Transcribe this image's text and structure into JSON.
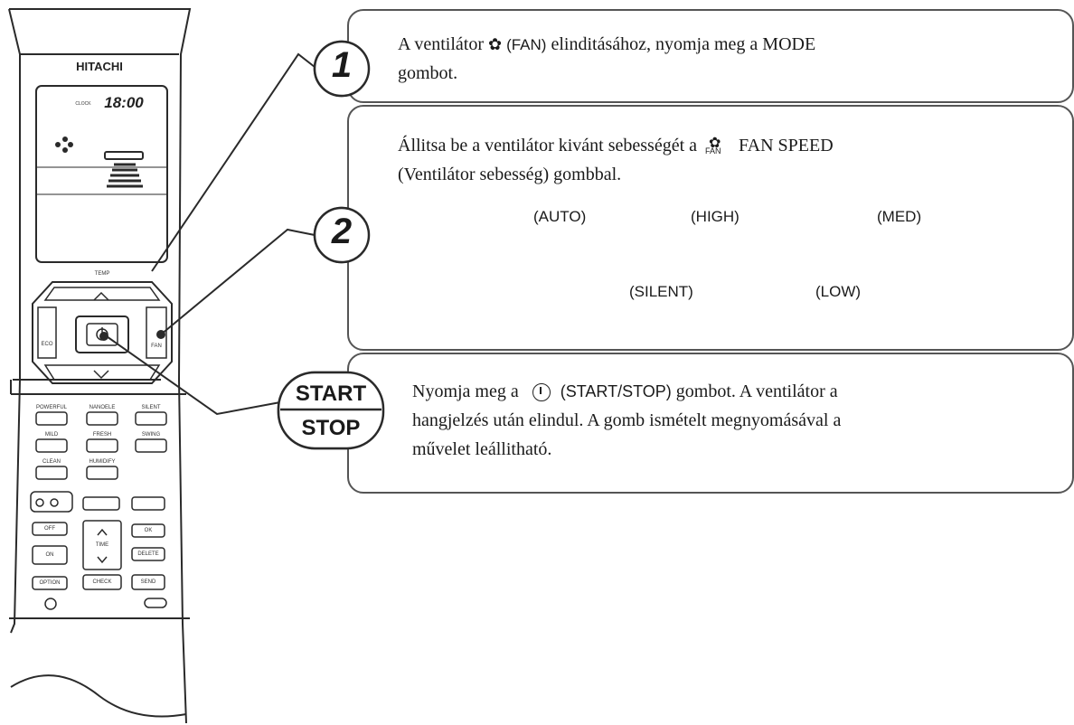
{
  "remote": {
    "brand": "HITACHI",
    "display_label": "CLOCK",
    "display_time": "18:00",
    "temp_label": "TEMP",
    "eco_label": "ECO",
    "fan_label": "FAN",
    "buttons": [
      "POWERFUL",
      "NANOELE",
      "SILENT",
      "MILD",
      "FRESH",
      "SWING",
      "CLEAN",
      "HUMIDIFY",
      "OFF",
      "ON",
      "TIME",
      "OK",
      "DELETE",
      "OPTION",
      "CHECK",
      "SEND"
    ]
  },
  "step1": {
    "number": "1",
    "line1_a": "A ventilátor",
    "line1_b": "(FAN)",
    "line1_c": "elinditásához, nyomja meg a MODE",
    "line2": "gombot."
  },
  "step2": {
    "number": "2",
    "line1_a": "Állitsa be a ventilátor kivánt sebességét a",
    "icon_label": "FAN",
    "line1_b": "FAN SPEED",
    "line2": "(Ventilátor sebesség) gombbal.",
    "cycle": [
      "(AUTO)",
      "(HIGH)",
      "(MED)",
      "(SILENT)",
      "(LOW)"
    ]
  },
  "step3": {
    "start": "START",
    "stop": "STOP",
    "line1_a": "Nyomja meg a",
    "line1_b": "(START/STOP)",
    "line1_c": "gombot. A ventilátor a",
    "line2": "hangjelzés után elindul. A gomb ismételt megnyomásával a",
    "line3": "művelet leállitható."
  },
  "colors": {
    "line": "#2a2a2a",
    "box_border": "#555555"
  },
  "icons": [
    "fan-icon",
    "power-icon",
    "fan-speed-icon",
    "fan-level-icon"
  ]
}
